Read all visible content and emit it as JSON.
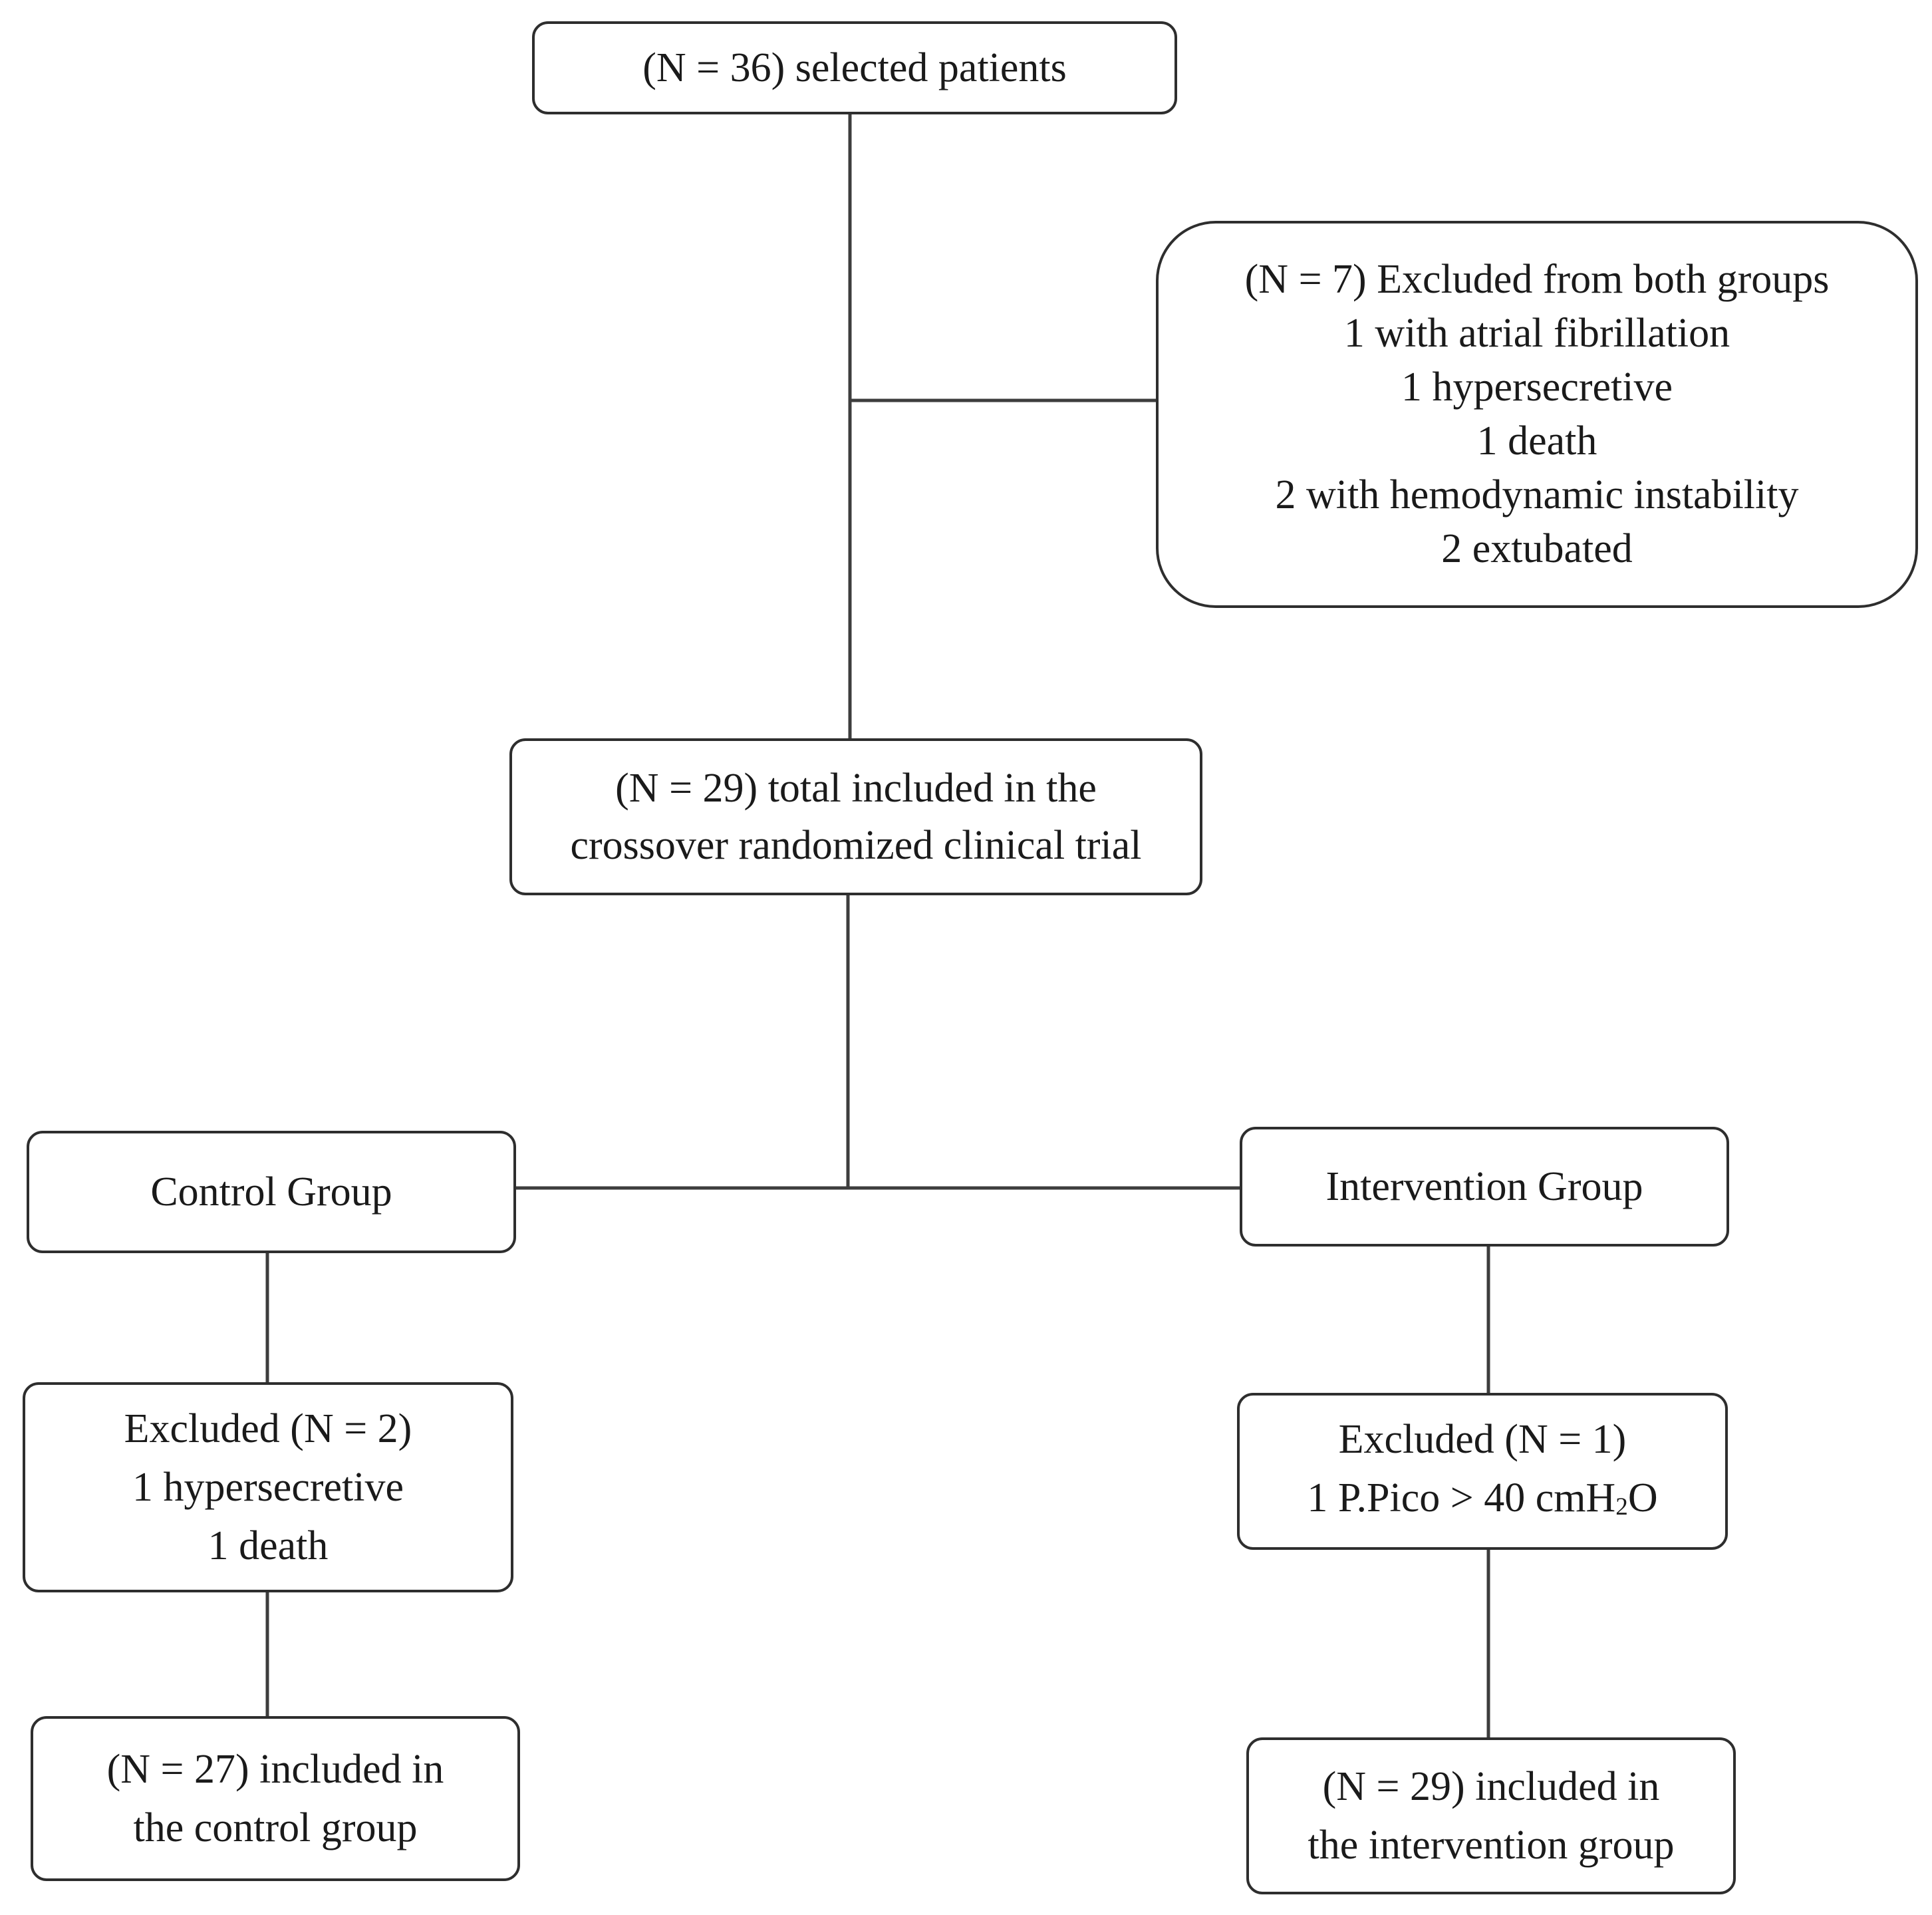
{
  "flowchart": {
    "selected": {
      "text": "(N = 36) selected patients"
    },
    "excluded_both": {
      "title": "(N = 7) Excluded from both groups",
      "reasons": [
        "1 with atrial fibrillation",
        "1 hypersecretive",
        "1 death",
        "2 with hemodynamic instability",
        "2 extubated"
      ]
    },
    "total_included": {
      "line1": "(N = 29) total included in the",
      "line2": "crossover randomized clinical trial"
    },
    "control_group": {
      "label": "Control Group",
      "excluded": {
        "title": "Excluded (N = 2)",
        "reasons": [
          "1 hypersecretive",
          "1 death"
        ]
      },
      "included": {
        "line1": "(N = 27) included in",
        "line2": "the control group"
      }
    },
    "intervention_group": {
      "label": "Intervention Group",
      "excluded": {
        "title": "Excluded (N = 1)",
        "reason_prefix": "1 P.Pico > 40 cmH",
        "reason_subscript": "2",
        "reason_suffix": "O"
      },
      "included": {
        "line1": "(N = 29) included in",
        "line2": "the intervention group"
      }
    }
  }
}
